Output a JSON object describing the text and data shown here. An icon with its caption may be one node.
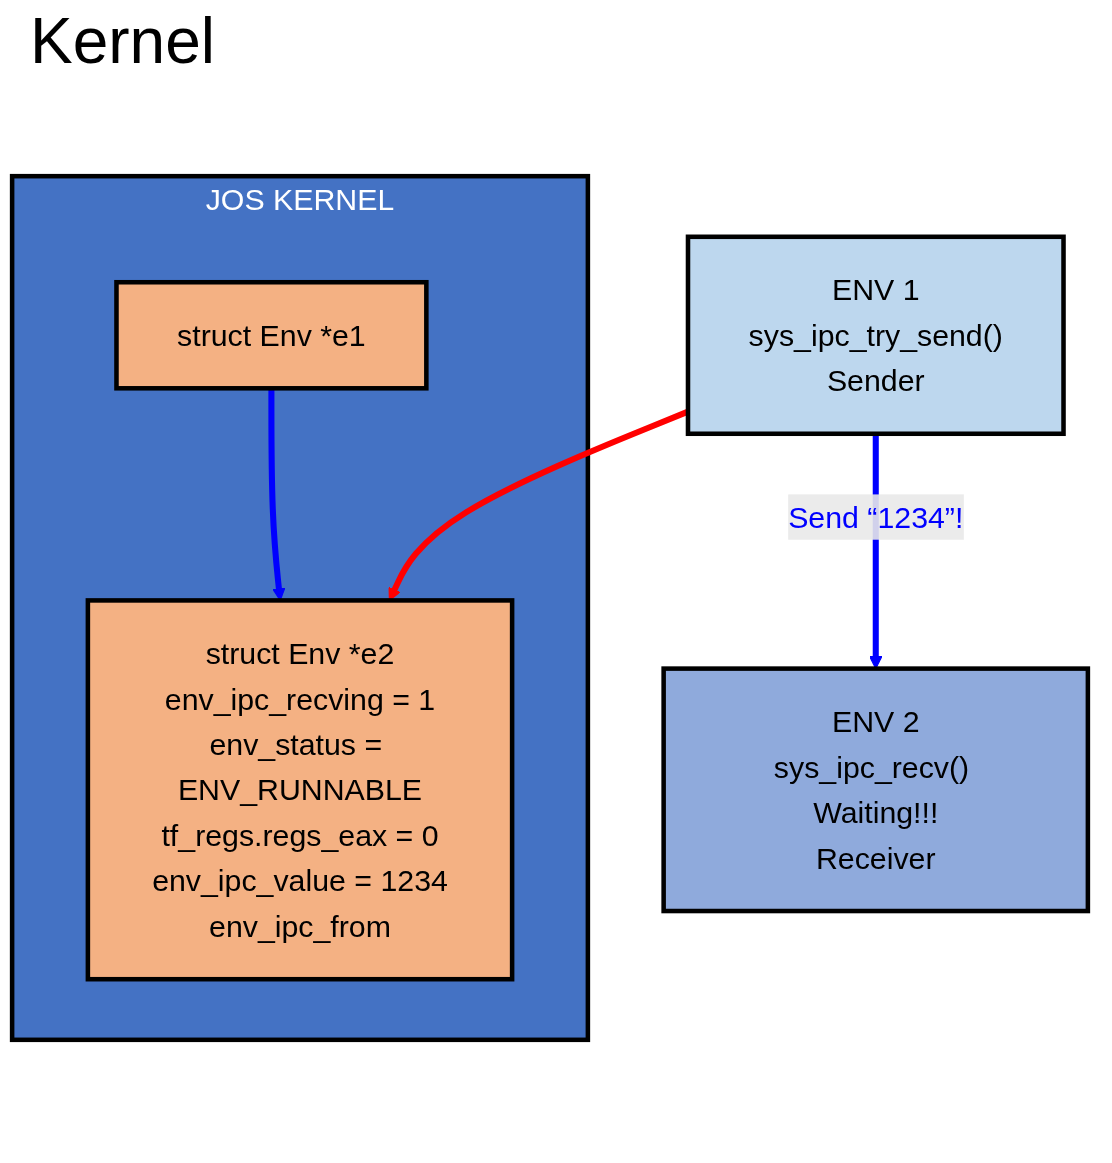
{
  "diagram": {
    "title": "Kernel",
    "nodes": [
      {
        "text": [
          "ENV 1",
          "sys_ipc_try_send()",
          "Sender"
        ]
      },
      {
        "text": [
          "ENV 2",
          "sys_ipc_recv() Waiting!!!",
          "Receiver"
        ]
      },
      {
        "text": [
          "JOS KERNEL"
        ]
      },
      {
        "text": [
          "struct Env *e1"
        ],
        "in": 2
      },
      {
        "text": [
          "struct Env *e2",
          "env_ipc_recving = 1",
          "env_status = ENV_RUNNABLE",
          "tf_regs.regs_eax = 0",
          "env_ipc_value = 1234",
          "env_ipc_from"
        ],
        "in": 2
      }
    ],
    "edges": [
      {
        "from": 0,
        "to": 1,
        "arrow": "to",
        "label": "Send “1234”!",
        "color": "#0000ff"
      },
      {
        "from": 0,
        "to": 4,
        "arrow": "to",
        "color": "#ff0000"
      },
      {
        "from": 3,
        "to": 4,
        "arrow": "to",
        "color": "#0000ff"
      }
    ]
  }
}
